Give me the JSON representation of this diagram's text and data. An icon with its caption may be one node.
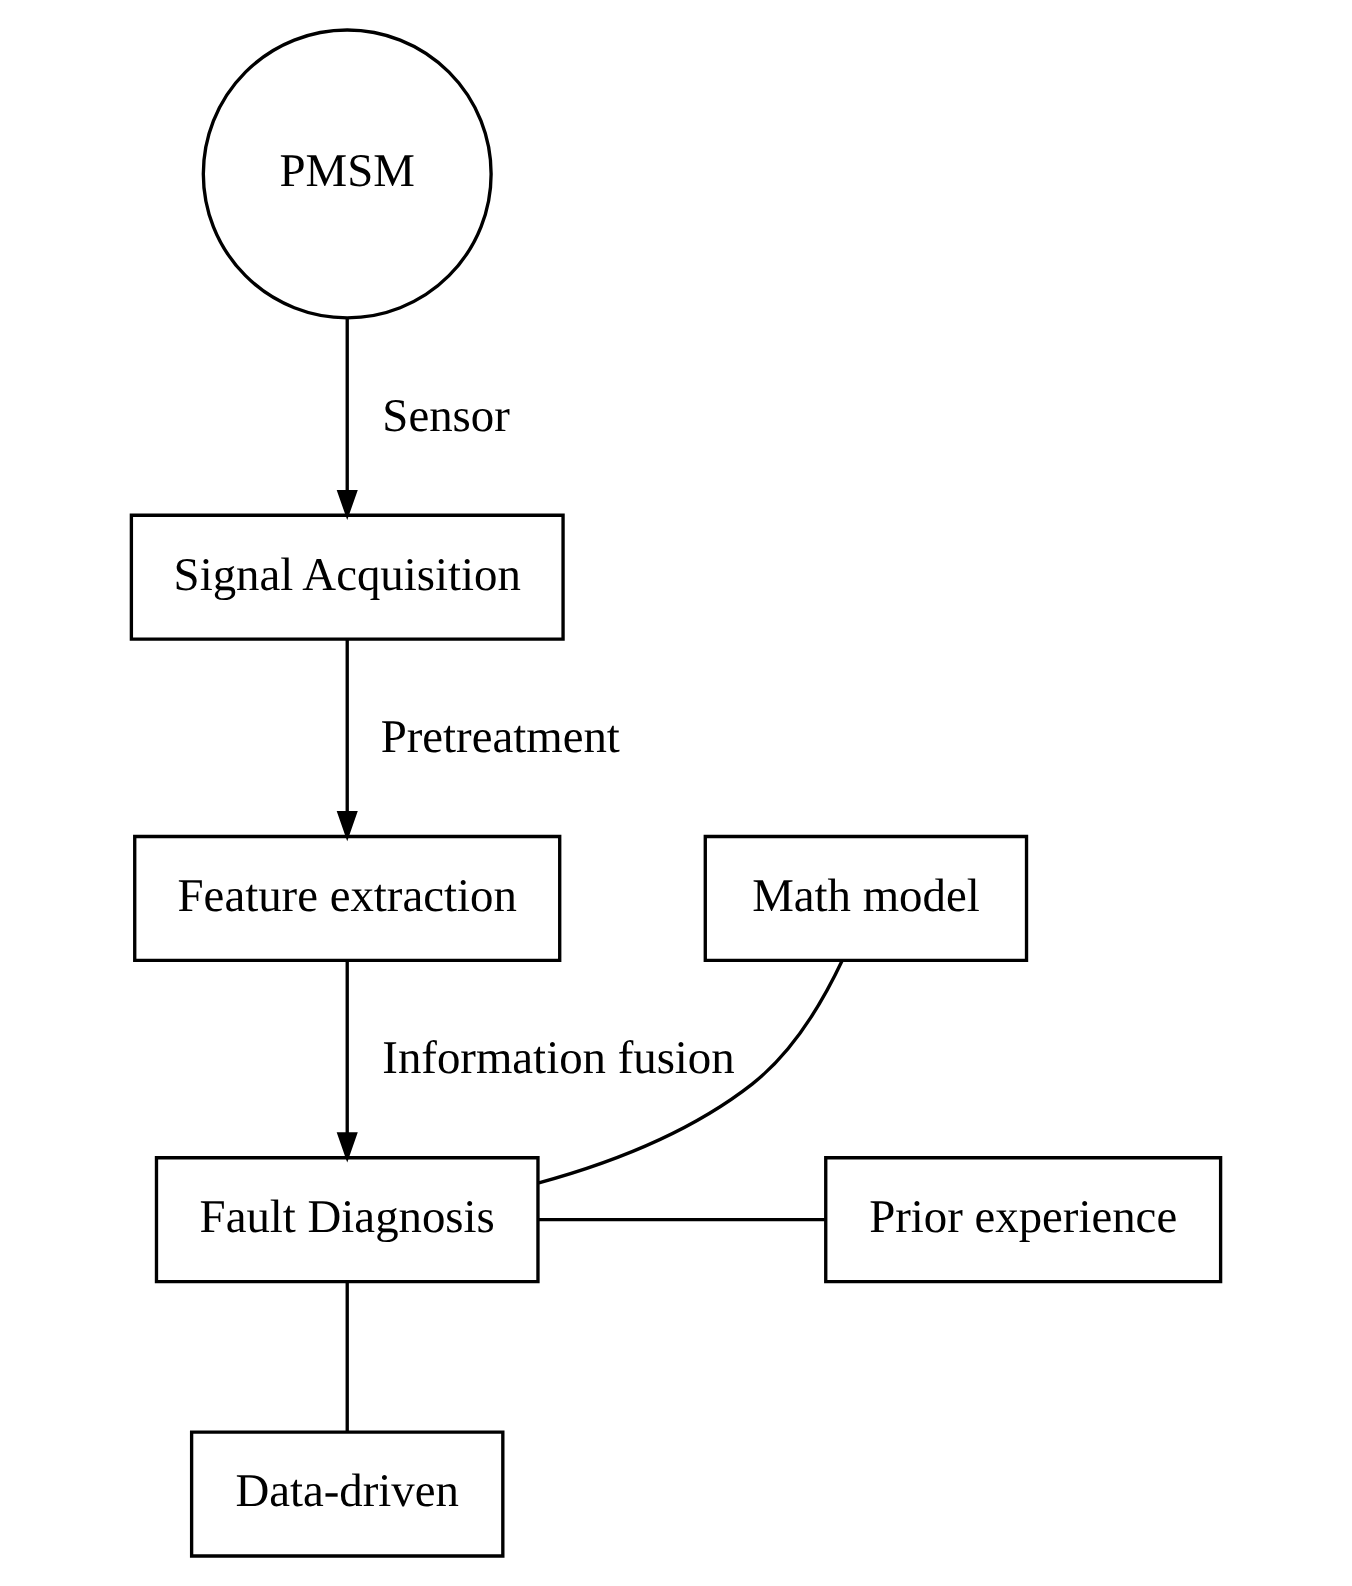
{
  "diagram": {
    "nodes": [
      {
        "text": [
          "PMSM"
        ]
      },
      {
        "text": [
          "Signal Acquisition"
        ]
      },
      {
        "text": [
          "Feature extraction"
        ]
      },
      {
        "text": [
          "Fault Diagnosis"
        ]
      },
      {
        "text": [
          "Math model"
        ]
      },
      {
        "text": [
          "Prior experience"
        ]
      },
      {
        "text": [
          "Data-driven"
        ]
      }
    ],
    "edges": [
      {
        "from": 0,
        "to": 1,
        "arrow": "to",
        "label": "Sensor"
      },
      {
        "from": 1,
        "to": 2,
        "arrow": "to",
        "label": "Pretreatment"
      },
      {
        "from": 2,
        "to": 3,
        "arrow": "to",
        "label": "Information fusion"
      },
      {
        "from": 3,
        "to": 4,
        "arrow": "none"
      },
      {
        "from": 3,
        "to": 5,
        "arrow": "none"
      },
      {
        "from": 3,
        "to": 6,
        "arrow": "none"
      }
    ]
  }
}
